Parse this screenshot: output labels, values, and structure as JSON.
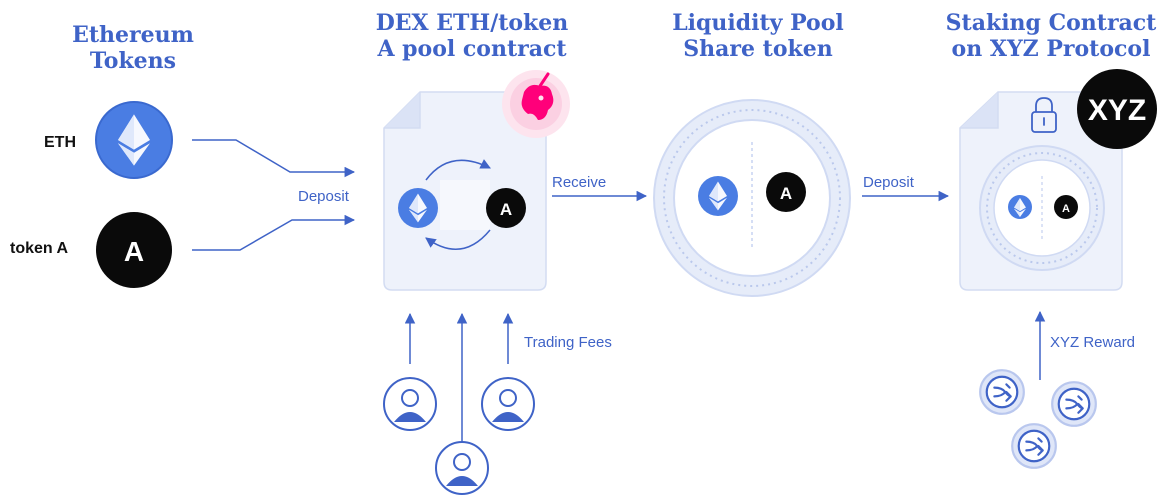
{
  "headers": {
    "tokens": [
      "Ethereum",
      "Tokens"
    ],
    "dex": [
      "DEX ETH/token",
      "A pool contract"
    ],
    "lp": [
      "Liquidity Pool",
      "Share token"
    ],
    "staking": [
      "Staking Contract",
      "on XYZ Protocol"
    ]
  },
  "labels": {
    "eth": "ETH",
    "token_a": "token A",
    "deposit_1": "Deposit",
    "receive": "Receive",
    "deposit_2": "Deposit",
    "trading_fees": "Trading Fees",
    "xyz_reward": "XYZ Reward"
  },
  "badges": {
    "token_letter": "A",
    "xyz": "XYZ"
  },
  "icons": {
    "eth": "ethereum-icon",
    "token": "token-a-icon",
    "unicorn": "unicorn-logo",
    "lock": "lock-icon",
    "user": "user-icon",
    "swap_coin": "swap-coin-icon"
  },
  "colors": {
    "accent": "#3f63c7",
    "eth_blue": "#4a7de3",
    "doc_fill": "#eef2fb",
    "token_black": "#0a0a0a",
    "unicorn_pink": "#ff007a"
  }
}
